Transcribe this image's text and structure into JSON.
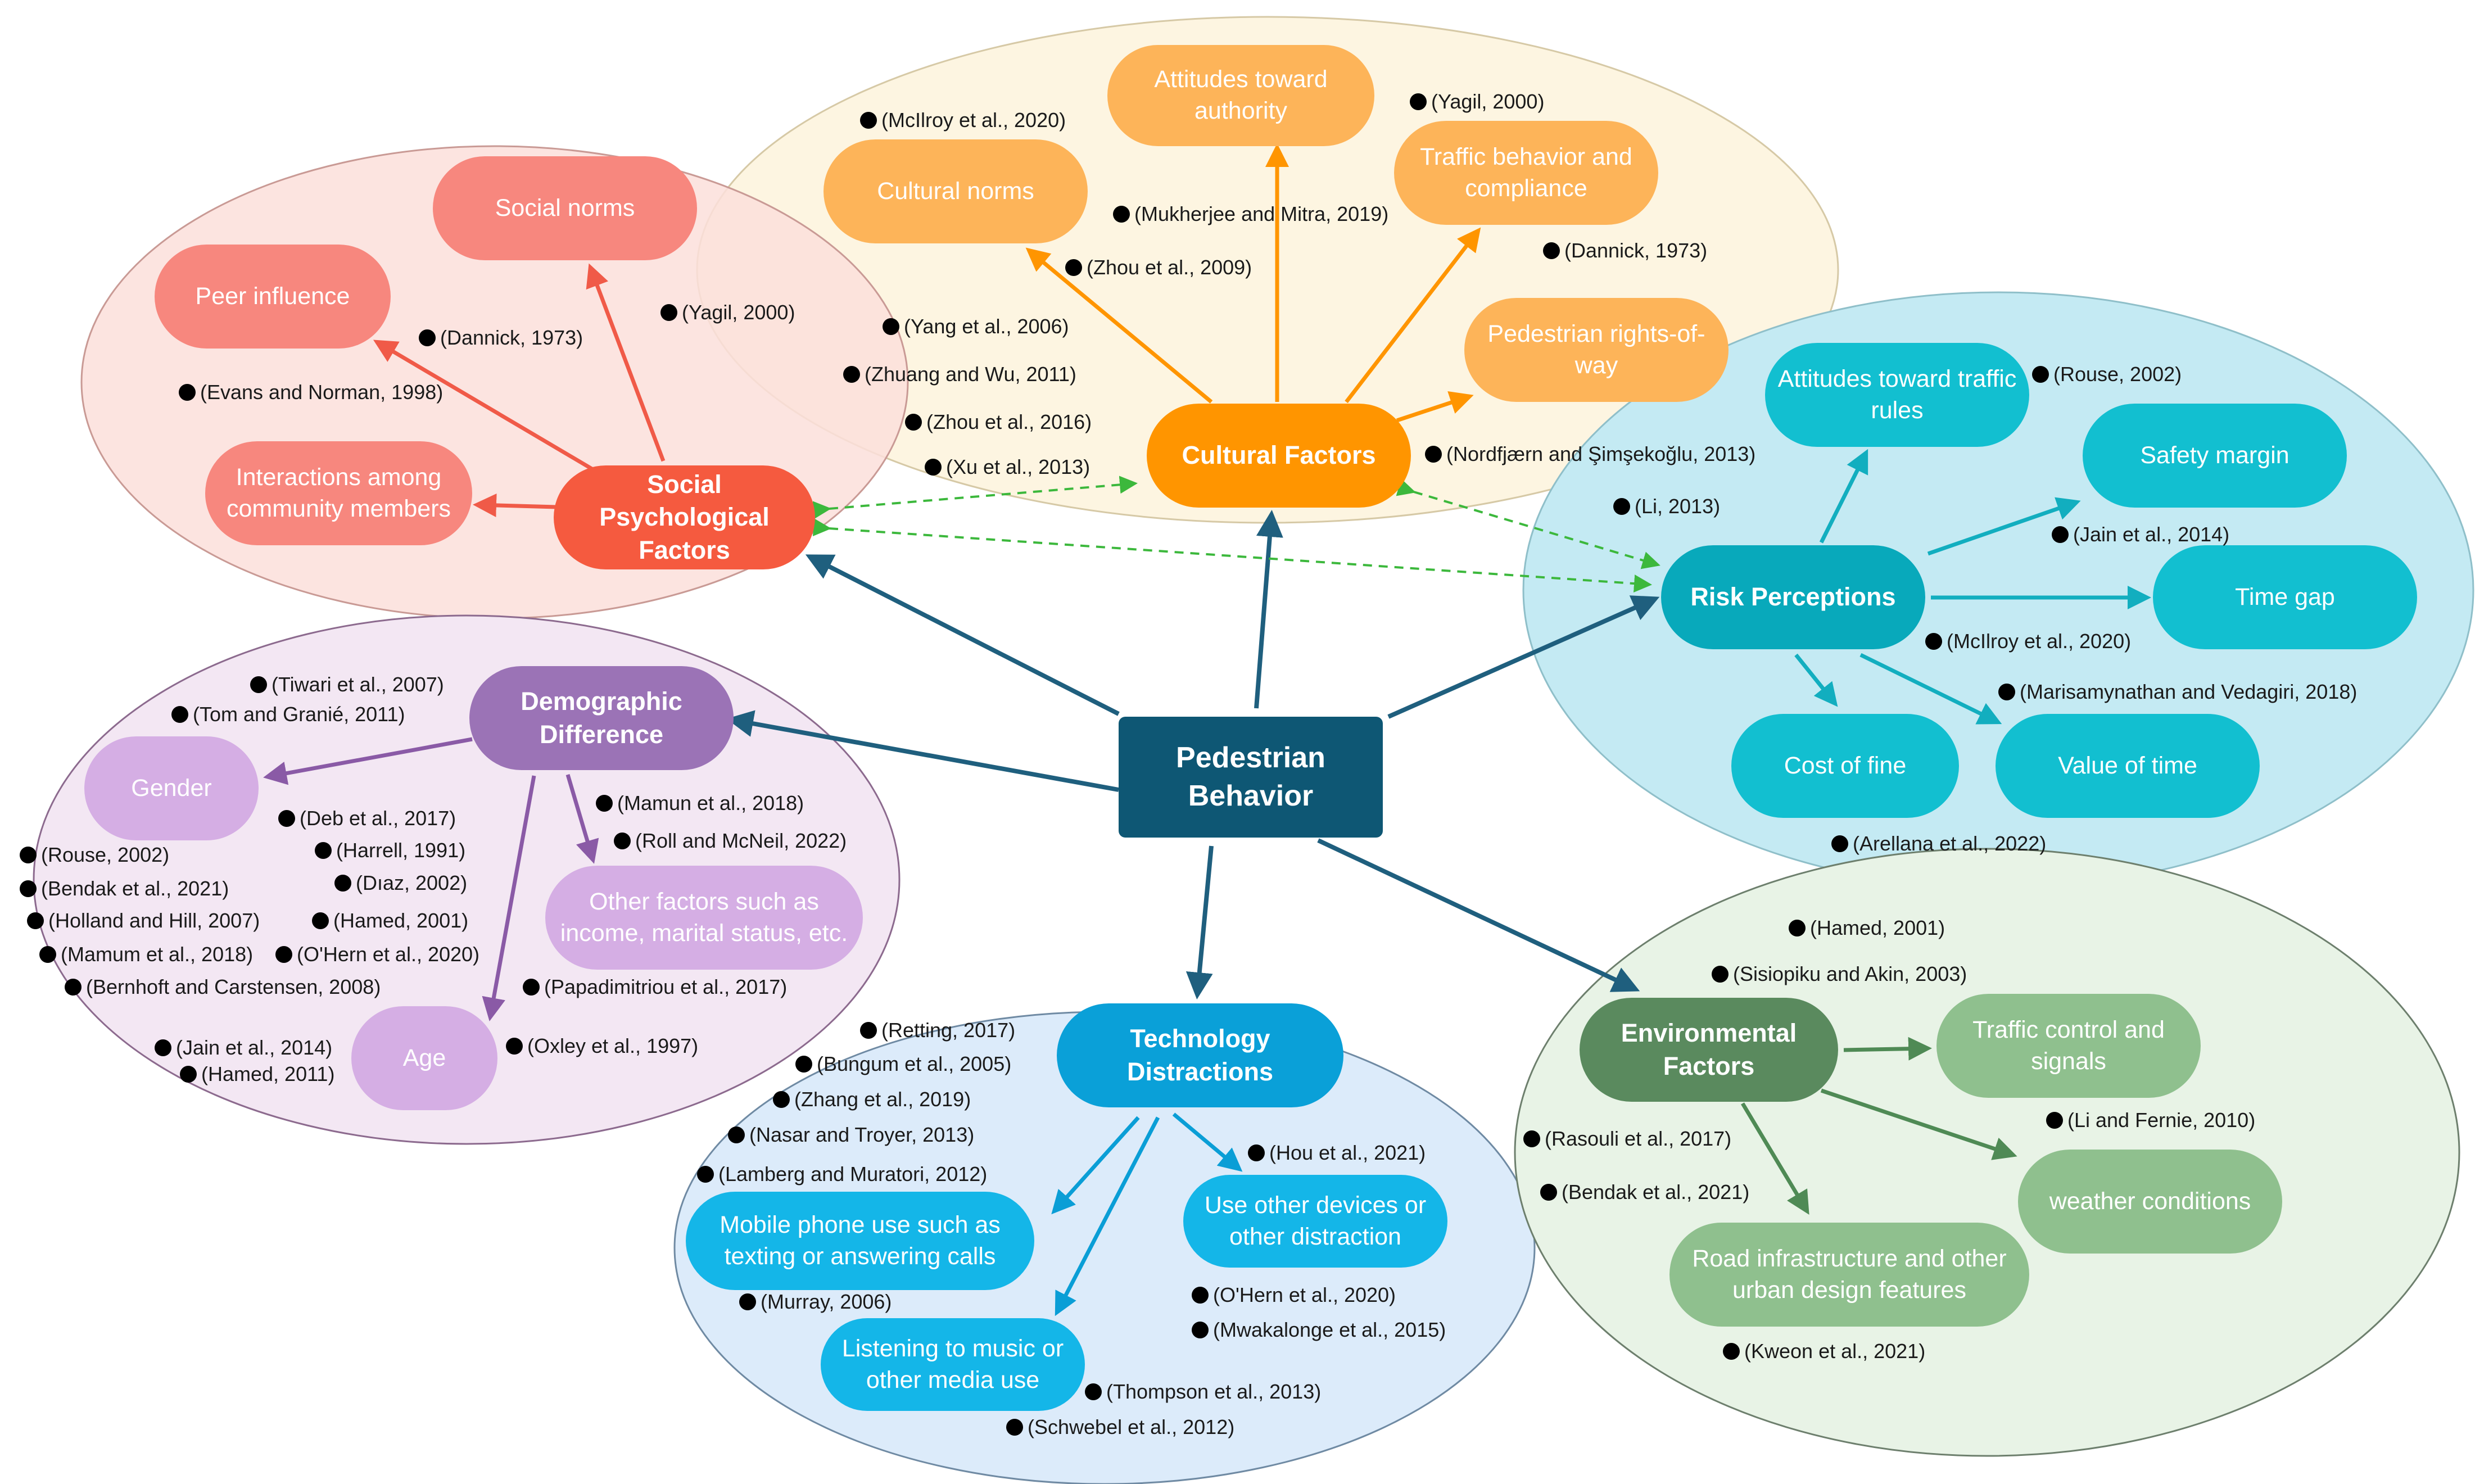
{
  "center": "Pedestrian\nBehavior",
  "groups": {
    "social": {
      "color": "#f55a3f",
      "main": "Social Psychological\nFactors",
      "items": [
        "Social norms",
        "Peer influence",
        "Interactions among\ncommunity members"
      ],
      "refs": [
        "(Dannick, 1973)",
        "(Evans and Norman, 1998)",
        "(Yagil, 2000)"
      ]
    },
    "cultural": {
      "color": "#ff9500",
      "main": "Cultural Factors",
      "items": [
        "Attitudes toward\nauthority",
        "Cultural norms",
        "Traffic behavior and\ncompliance",
        "Pedestrian rights-of-\nway"
      ],
      "refs": [
        "(McIlroy et al., 2020)",
        "(Yagil, 2000)",
        "(Mukherjee and Mitra, 2019)",
        "(Zhou et al., 2009)",
        "(Dannick, 1973)",
        "(Yang et al., 2006)",
        "(Zhuang and Wu, 2011)",
        "(Zhou et al., 2016)",
        "(Xu et al., 2013)",
        "(Nordfjærn and Şimşekoğlu, 2013)"
      ]
    },
    "risk": {
      "color": "#0ab8c9",
      "main": "Risk Perceptions",
      "items": [
        "Attitudes toward traffic\nrules",
        "Safety margin",
        "Time gap",
        "Cost of fine",
        "Value of time"
      ],
      "refs": [
        "(Rouse, 2002)",
        "(Li, 2013)",
        "(Jain et al., 2014)",
        "(McIlroy et al., 2020)",
        "(Marisamynathan and Vedagiri, 2018)",
        "(Arellana et al., 2022)"
      ]
    },
    "demographic": {
      "color": "#9b73b6",
      "main": "Demographic\nDifference",
      "items": [
        "Gender",
        "Other factors such as\nincome, marital status, etc.",
        "Age"
      ],
      "refs": [
        "(Tiwari et al., 2007)",
        "(Tom and Granié, 2011)",
        "(Mamun et al., 2018)",
        "(Roll and McNeil, 2022)",
        "(Deb et al., 2017)",
        "(Harrell, 1991)",
        "(Rouse, 2002)",
        "(Dıaz, 2002)",
        "(Bendak et al., 2021)",
        "(Holland and Hill, 2007)",
        "(Hamed, 2001)",
        "(Mamum et al., 2018)",
        "(O'Hern et al., 2020)",
        "(Bernhoft and Carstensen, 2008)",
        "(Papadimitriou et al., 2017)",
        "(Oxley et al., 1997)",
        "(Jain et al., 2014)",
        "(Hamed, 2011)"
      ]
    },
    "technology": {
      "color": "#0aa0d8",
      "main": "Technology\nDistractions",
      "items": [
        "Mobile phone use such as\ntexting or answering calls",
        "Use other devices or\nother distraction",
        "Listening to music or\nother media use"
      ],
      "refs": [
        "(Retting, 2017)",
        "(Bungum et al., 2005)",
        "(Zhang et al., 2019)",
        "(Nasar and Troyer, 2013)",
        "(Lamberg and Muratori, 2012)",
        "(Hou et al., 2021)",
        "(Murray, 2006)",
        "(O'Hern et al., 2020)",
        "(Mwakalonge et al., 2015)",
        "(Thompson et al., 2013)",
        "(Schwebel et al., 2012)"
      ]
    },
    "environmental": {
      "color": "#5a8a5e",
      "main": "Environmental\nFactors",
      "items": [
        "Traffic control and\nsignals",
        "weather conditions",
        "Road infrastructure and other\nurban design features"
      ],
      "refs": [
        "(Hamed, 2001)",
        "(Sisiopiku and Akin, 2003)",
        "(Li and Fernie, 2010)",
        "(Rasouli et al., 2017)",
        "(Bendak et al., 2021)",
        "(Kweon et al., 2021)"
      ]
    }
  }
}
